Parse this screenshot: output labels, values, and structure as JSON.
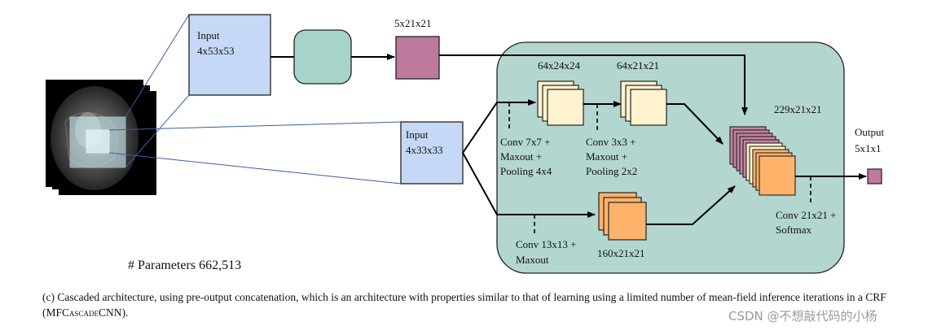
{
  "diagram": {
    "input_large": {
      "line1": "Input",
      "line2": "4x53x53"
    },
    "input_small": {
      "line1": "Input",
      "line2": "4x33x33"
    },
    "first_cnn_output": "5x21x21",
    "local_path": {
      "layer1_size": "64x24x24",
      "layer1_op": [
        "Conv 7x7 +",
        "Maxout +",
        "Pooling 4x4"
      ],
      "layer2_size": "64x21x21",
      "layer2_op": [
        "Conv 3x3 +",
        "Maxout +",
        "Pooling 2x2"
      ]
    },
    "global_path": {
      "op": [
        "Conv 13x13 +",
        "Maxout"
      ],
      "size": "160x21x21"
    },
    "concat_size": "229x21x21",
    "final_op": [
      "Conv 21x21 +",
      "Softmax"
    ],
    "output": {
      "line1": "Output",
      "line2": "5x1x1"
    },
    "colors": {
      "container": "#b3d6d1",
      "input_box": "#c5d8f5",
      "first_cnn_block": "#a6d4ca",
      "small_output": "#bd7a9c",
      "local_maps": "#fff3cf",
      "global_maps": "#ffb36a",
      "concat_maps": "#c6849f"
    }
  },
  "parameters": "# Parameters 662,513",
  "caption": {
    "text_before": "(c) Cascaded architecture, using pre-output concatenation, which is an architecture with properties similar to that of learning using a limited number of mean-field inference iterations in a CRF (MFC",
    "small_caps": "ascade",
    "text_after": "CNN)."
  },
  "watermark": "CSDN @不想敲代码的小杨"
}
